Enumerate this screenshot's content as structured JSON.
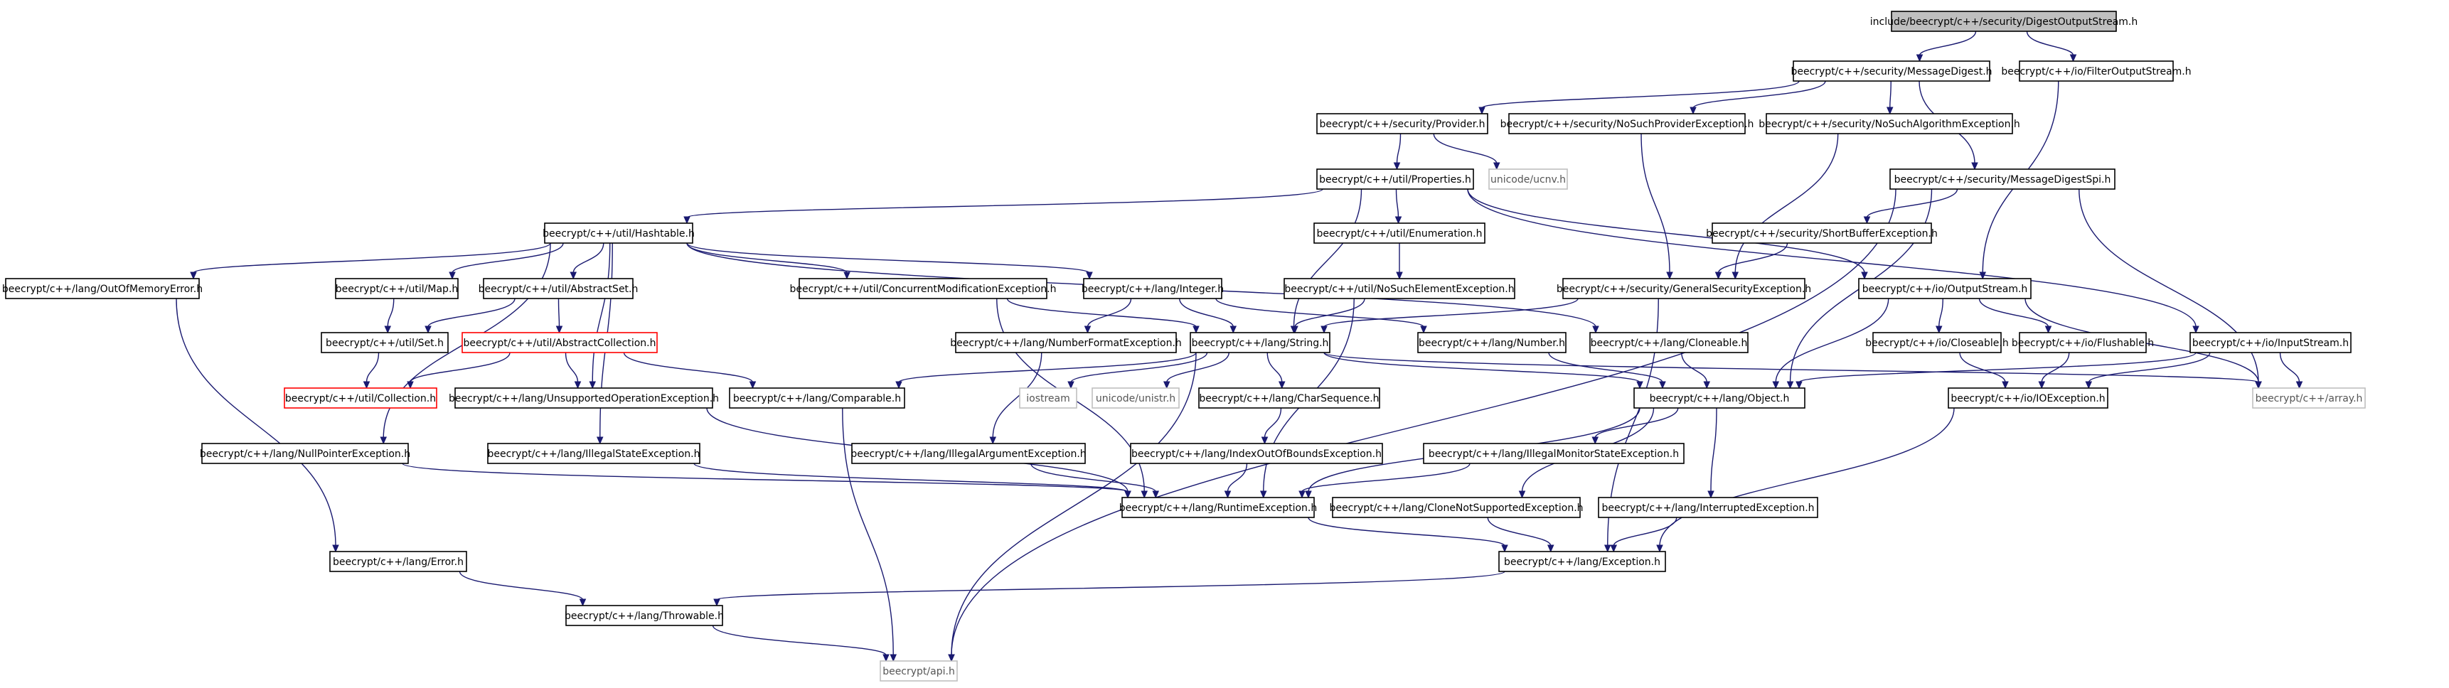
{
  "diagram": {
    "type": "include-dependency-graph",
    "colors": {
      "edge": "#191970",
      "root_fill": "#bfbfbf",
      "box_border": "#000000",
      "external_border": "#bfbfbf",
      "cyclic_border": "#ff0000",
      "background": "#ffffff"
    },
    "nodes": [
      {
        "id": "root",
        "label": "include/beecrypt/c++/security/DigestOutputStream.h",
        "kind": "root"
      },
      {
        "id": "msgdigest",
        "label": "beecrypt/c++/security/MessageDigest.h",
        "kind": "normal"
      },
      {
        "id": "filterout",
        "label": "beecrypt/c++/io/FilterOutputStream.h",
        "kind": "normal"
      },
      {
        "id": "provider",
        "label": "beecrypt/c++/security/Provider.h",
        "kind": "normal"
      },
      {
        "id": "nosuchprov",
        "label": "beecrypt/c++/security/NoSuchProviderException.h",
        "kind": "normal"
      },
      {
        "id": "nosuchalg",
        "label": "beecrypt/c++/security/NoSuchAlgorithmException.h",
        "kind": "normal"
      },
      {
        "id": "properties",
        "label": "beecrypt/c++/util/Properties.h",
        "kind": "normal"
      },
      {
        "id": "ucnv",
        "label": "unicode/ucnv.h",
        "kind": "external"
      },
      {
        "id": "mdspi",
        "label": "beecrypt/c++/security/MessageDigestSpi.h",
        "kind": "normal"
      },
      {
        "id": "hashtable",
        "label": "beecrypt/c++/util/Hashtable.h",
        "kind": "normal"
      },
      {
        "id": "enumeration",
        "label": "beecrypt/c++/util/Enumeration.h",
        "kind": "normal"
      },
      {
        "id": "shortbuf",
        "label": "beecrypt/c++/security/ShortBufferException.h",
        "kind": "normal"
      },
      {
        "id": "outofmem",
        "label": "beecrypt/c++/lang/OutOfMemoryError.h",
        "kind": "normal"
      },
      {
        "id": "map",
        "label": "beecrypt/c++/util/Map.h",
        "kind": "normal"
      },
      {
        "id": "abstractset",
        "label": "beecrypt/c++/util/AbstractSet.h",
        "kind": "normal"
      },
      {
        "id": "concmod",
        "label": "beecrypt/c++/util/ConcurrentModificationException.h",
        "kind": "normal"
      },
      {
        "id": "integer",
        "label": "beecrypt/c++/lang/Integer.h",
        "kind": "normal"
      },
      {
        "id": "nosuchelem",
        "label": "beecrypt/c++/util/NoSuchElementException.h",
        "kind": "normal"
      },
      {
        "id": "gensec",
        "label": "beecrypt/c++/security/GeneralSecurityException.h",
        "kind": "normal"
      },
      {
        "id": "outputstream",
        "label": "beecrypt/c++/io/OutputStream.h",
        "kind": "normal"
      },
      {
        "id": "set",
        "label": "beecrypt/c++/util/Set.h",
        "kind": "normal"
      },
      {
        "id": "abscoll",
        "label": "beecrypt/c++/util/AbstractCollection.h",
        "kind": "cyclic"
      },
      {
        "id": "numfmt",
        "label": "beecrypt/c++/lang/NumberFormatException.h",
        "kind": "normal"
      },
      {
        "id": "string",
        "label": "beecrypt/c++/lang/String.h",
        "kind": "normal"
      },
      {
        "id": "number",
        "label": "beecrypt/c++/lang/Number.h",
        "kind": "normal"
      },
      {
        "id": "cloneable",
        "label": "beecrypt/c++/lang/Cloneable.h",
        "kind": "normal"
      },
      {
        "id": "closeable",
        "label": "beecrypt/c++/io/Closeable.h",
        "kind": "normal"
      },
      {
        "id": "flushable",
        "label": "beecrypt/c++/io/Flushable.h",
        "kind": "normal"
      },
      {
        "id": "inputstream",
        "label": "beecrypt/c++/io/InputStream.h",
        "kind": "normal"
      },
      {
        "id": "collection",
        "label": "beecrypt/c++/util/Collection.h",
        "kind": "cyclic"
      },
      {
        "id": "unsupported",
        "label": "beecrypt/c++/lang/UnsupportedOperationException.h",
        "kind": "normal"
      },
      {
        "id": "comparable",
        "label": "beecrypt/c++/lang/Comparable.h",
        "kind": "normal"
      },
      {
        "id": "iostream",
        "label": "iostream",
        "kind": "external"
      },
      {
        "id": "unistr",
        "label": "unicode/unistr.h",
        "kind": "external"
      },
      {
        "id": "charseq",
        "label": "beecrypt/c++/lang/CharSequence.h",
        "kind": "normal"
      },
      {
        "id": "object",
        "label": "beecrypt/c++/lang/Object.h",
        "kind": "normal"
      },
      {
        "id": "ioexc",
        "label": "beecrypt/c++/io/IOException.h",
        "kind": "normal"
      },
      {
        "id": "array",
        "label": "beecrypt/c++/array.h",
        "kind": "external"
      },
      {
        "id": "nullptr",
        "label": "beecrypt/c++/lang/NullPointerException.h",
        "kind": "normal"
      },
      {
        "id": "illegalstate",
        "label": "beecrypt/c++/lang/IllegalStateException.h",
        "kind": "normal"
      },
      {
        "id": "illegalarg",
        "label": "beecrypt/c++/lang/IllegalArgumentException.h",
        "kind": "normal"
      },
      {
        "id": "indexoob",
        "label": "beecrypt/c++/lang/IndexOutOfBoundsException.h",
        "kind": "normal"
      },
      {
        "id": "illegalmon",
        "label": "beecrypt/c++/lang/IllegalMonitorStateException.h",
        "kind": "normal"
      },
      {
        "id": "runtime",
        "label": "beecrypt/c++/lang/RuntimeException.h",
        "kind": "normal"
      },
      {
        "id": "clonenotsup",
        "label": "beecrypt/c++/lang/CloneNotSupportedException.h",
        "kind": "normal"
      },
      {
        "id": "interrupted",
        "label": "beecrypt/c++/lang/InterruptedException.h",
        "kind": "normal"
      },
      {
        "id": "error",
        "label": "beecrypt/c++/lang/Error.h",
        "kind": "normal"
      },
      {
        "id": "exception",
        "label": "beecrypt/c++/lang/Exception.h",
        "kind": "normal"
      },
      {
        "id": "throwable",
        "label": "beecrypt/c++/lang/Throwable.h",
        "kind": "normal"
      },
      {
        "id": "api",
        "label": "beecrypt/api.h",
        "kind": "external"
      }
    ],
    "edges": [
      [
        "root",
        "msgdigest"
      ],
      [
        "root",
        "filterout"
      ],
      [
        "msgdigest",
        "provider"
      ],
      [
        "msgdigest",
        "nosuchprov"
      ],
      [
        "msgdigest",
        "nosuchalg"
      ],
      [
        "msgdigest",
        "mdspi"
      ],
      [
        "filterout",
        "outputstream"
      ],
      [
        "provider",
        "properties"
      ],
      [
        "provider",
        "ucnv"
      ],
      [
        "nosuchprov",
        "gensec"
      ],
      [
        "nosuchalg",
        "gensec"
      ],
      [
        "properties",
        "hashtable"
      ],
      [
        "properties",
        "enumeration"
      ],
      [
        "properties",
        "string"
      ],
      [
        "properties",
        "outputstream"
      ],
      [
        "properties",
        "inputstream"
      ],
      [
        "mdspi",
        "shortbuf"
      ],
      [
        "mdspi",
        "object"
      ],
      [
        "mdspi",
        "array"
      ],
      [
        "mdspi",
        "api"
      ],
      [
        "hashtable",
        "outofmem"
      ],
      [
        "hashtable",
        "map"
      ],
      [
        "hashtable",
        "abstractset"
      ],
      [
        "hashtable",
        "concmod"
      ],
      [
        "hashtable",
        "integer"
      ],
      [
        "hashtable",
        "cloneable"
      ],
      [
        "hashtable",
        "nullptr"
      ],
      [
        "hashtable",
        "illegalstate"
      ],
      [
        "hashtable",
        "unsupported"
      ],
      [
        "enumeration",
        "nosuchelem"
      ],
      [
        "shortbuf",
        "gensec"
      ],
      [
        "outofmem",
        "error"
      ],
      [
        "map",
        "set"
      ],
      [
        "abstractset",
        "set"
      ],
      [
        "abstractset",
        "abscoll"
      ],
      [
        "concmod",
        "string"
      ],
      [
        "concmod",
        "runtime"
      ],
      [
        "integer",
        "numfmt"
      ],
      [
        "integer",
        "string"
      ],
      [
        "integer",
        "number"
      ],
      [
        "nosuchelem",
        "string"
      ],
      [
        "nosuchelem",
        "runtime"
      ],
      [
        "gensec",
        "string"
      ],
      [
        "gensec",
        "exception"
      ],
      [
        "outputstream",
        "object"
      ],
      [
        "outputstream",
        "closeable"
      ],
      [
        "outputstream",
        "flushable"
      ],
      [
        "outputstream",
        "array"
      ],
      [
        "set",
        "collection"
      ],
      [
        "abscoll",
        "collection"
      ],
      [
        "abscoll",
        "unsupported"
      ],
      [
        "abscoll",
        "comparable"
      ],
      [
        "numfmt",
        "illegalarg"
      ],
      [
        "string",
        "comparable"
      ],
      [
        "string",
        "iostream"
      ],
      [
        "string",
        "unistr"
      ],
      [
        "string",
        "charseq"
      ],
      [
        "string",
        "object"
      ],
      [
        "string",
        "array"
      ],
      [
        "string",
        "api"
      ],
      [
        "number",
        "object"
      ],
      [
        "cloneable",
        "object"
      ],
      [
        "closeable",
        "ioexc"
      ],
      [
        "flushable",
        "ioexc"
      ],
      [
        "inputstream",
        "object"
      ],
      [
        "inputstream",
        "ioexc"
      ],
      [
        "inputstream",
        "array"
      ],
      [
        "unsupported",
        "runtime"
      ],
      [
        "comparable",
        "api"
      ],
      [
        "charseq",
        "indexoob"
      ],
      [
        "object",
        "illegalmon"
      ],
      [
        "object",
        "runtime"
      ],
      [
        "object",
        "clonenotsup"
      ],
      [
        "object",
        "interrupted"
      ],
      [
        "ioexc",
        "exception"
      ],
      [
        "nullptr",
        "runtime"
      ],
      [
        "illegalstate",
        "runtime"
      ],
      [
        "illegalarg",
        "runtime"
      ],
      [
        "indexoob",
        "runtime"
      ],
      [
        "illegalmon",
        "runtime"
      ],
      [
        "runtime",
        "exception"
      ],
      [
        "clonenotsup",
        "exception"
      ],
      [
        "interrupted",
        "exception"
      ],
      [
        "error",
        "throwable"
      ],
      [
        "exception",
        "throwable"
      ],
      [
        "throwable",
        "api"
      ]
    ]
  }
}
